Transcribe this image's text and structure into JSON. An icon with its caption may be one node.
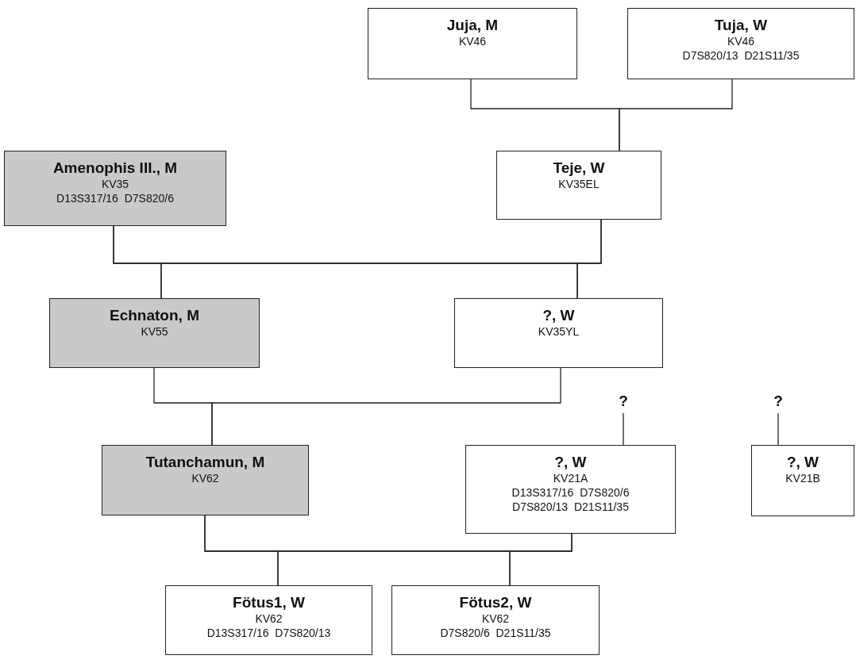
{
  "diagram": {
    "nodes": [
      {
        "text": [
          "Juja, M",
          "KV46"
        ]
      },
      {
        "text": [
          "Tuja, W",
          "KV46",
          "D7S820/13  D21S11/35"
        ]
      },
      {
        "text": [
          "Amenophis III., M",
          "KV35",
          "D13S317/16  D7S820/6"
        ]
      },
      {
        "text": [
          "Teje, W",
          "KV35EL"
        ]
      },
      {
        "text": [
          "Echnaton, M",
          "KV55"
        ]
      },
      {
        "text": [
          "?, W",
          "KV35YL"
        ]
      },
      {
        "text": [
          "?"
        ]
      },
      {
        "text": [
          "?"
        ]
      },
      {
        "text": [
          "Tutanchamun, M",
          "KV62"
        ]
      },
      {
        "text": [
          "?, W",
          "KV21A",
          "D13S317/16  D7S820/6",
          "D7S820/13  D21S11/35"
        ]
      },
      {
        "text": [
          "?, W",
          "KV21B"
        ]
      },
      {
        "text": [
          "Fötus1, W",
          "KV62",
          "D13S317/16  D7S820/13"
        ]
      },
      {
        "text": [
          "Fötus2, W",
          "KV62",
          "D7S820/6  D21S11/35"
        ]
      }
    ],
    "edges": [
      {
        "from": 0,
        "to": 3,
        "arrow": "none"
      },
      {
        "from": 1,
        "to": 3,
        "arrow": "none"
      },
      {
        "from": 2,
        "to": 4,
        "arrow": "none"
      },
      {
        "from": 3,
        "to": 4,
        "arrow": "none"
      },
      {
        "from": 2,
        "to": 5,
        "arrow": "none"
      },
      {
        "from": 3,
        "to": 5,
        "arrow": "none"
      },
      {
        "from": 4,
        "to": 8,
        "arrow": "none"
      },
      {
        "from": 5,
        "to": 8,
        "arrow": "none"
      },
      {
        "from": 6,
        "to": 9,
        "arrow": "none"
      },
      {
        "from": 7,
        "to": 10,
        "arrow": "none"
      },
      {
        "from": 8,
        "to": 11,
        "arrow": "none"
      },
      {
        "from": 9,
        "to": 11,
        "arrow": "none"
      },
      {
        "from": 8,
        "to": 12,
        "arrow": "none"
      },
      {
        "from": 9,
        "to": 12,
        "arrow": "none"
      }
    ]
  }
}
